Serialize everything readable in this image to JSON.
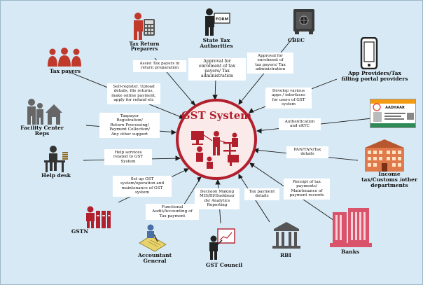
{
  "diagram": {
    "center": {
      "title": "GST System"
    },
    "nodes": {
      "tax_return_preparers": "Tax Return\nPreparers",
      "state_tax_authorities": "State Tax\nAuthorities",
      "cbec": "CBEC",
      "app_providers": "App Providers/Tax\nfilling portal providers",
      "tax_payers": "Tax payers",
      "facility_center_reps": "Facility Center\nReps",
      "help_desk": "Help desk",
      "income_tax": "Income\ntax/Customs /other\ndepartments",
      "gstn": "GSTN",
      "banks": "Banks",
      "accountant_general": "Accountant\nGeneral",
      "gst_council": "GST Council",
      "rbi": "RBI"
    },
    "relations": {
      "tax_return_preparers": "Assist Tax payers in\nreturn preparation",
      "state_tax_authorities": "Approval for\nenrolment of tax\npayers/ Tax\nadministration",
      "cbec": "Approval for\nenrolment of\ntax payers/ Tax\nadministration",
      "tax_payers": "Self-register, Upload\ndetails, file returns,\nmake online payment,\napply for refund etc",
      "app_providers": "Develop various\napps / interfaces\nfor users of GST\nsystem",
      "facility_center_reps": "Taxpayer\nRegistration/\nReturn Processing/\nPayment Collection/\nAny other support",
      "aadhaar": "Authentication\nand eKYC",
      "help_desk": "Help services\nrelated to GST\nSystem",
      "income_tax": "PAN/TAN/Tax\ndetails",
      "gstn": "Set up GST\nsystem/operation and\nmaintenance of GST\nsystem",
      "accountant_general": "Functional\nAudit/Accounting of\nTax payment",
      "gst_council": "Decision Making\nMIS/BI/Dashboar\nds/ Analytics\nReporting",
      "rbi": "Tax payment\ndetails",
      "banks": "Receipt of tax\npayments/\nMaintenance of\npayment records"
    },
    "icon_texts": {
      "form": "FORM",
      "card": "AADHAAR"
    },
    "colors": {
      "accent": "#b21f2d",
      "background": "#d7e9f4",
      "hub_fill": "#fbeaea"
    }
  }
}
